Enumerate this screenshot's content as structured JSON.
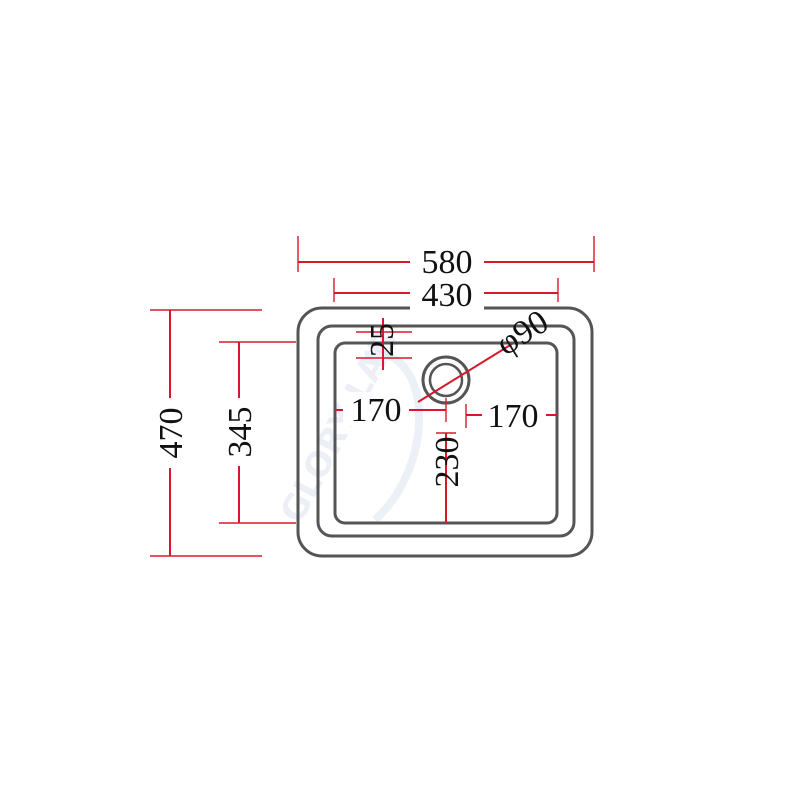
{
  "diagram": {
    "dimensions": {
      "overall_width": "580",
      "bowl_width": "430",
      "top_offset": "25",
      "drain_diameter": "φ90",
      "left_offset": "170",
      "right_offset": "170",
      "drain_to_bottom": "230",
      "overall_depth": "470",
      "bowl_depth": "345"
    },
    "watermark": "GLORY LAB",
    "colors": {
      "dimension_line": "#d8182a",
      "outline": "#555555",
      "text": "#111111"
    }
  }
}
